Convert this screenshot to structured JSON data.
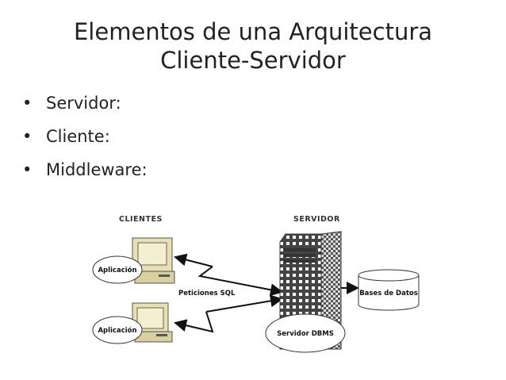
{
  "slide": {
    "title_line1": "Elementos de una Arquitectura",
    "title_line2": "Cliente-Servidor",
    "bullets": [
      "Servidor:",
      "Cliente:",
      "Middleware:"
    ],
    "bullet_symbol": "•"
  },
  "diagram": {
    "clients_label": "CLIENTES",
    "server_label": "SERVIDOR",
    "client_app_1": "Aplicación",
    "client_app_2": "Aplicación",
    "requests_label": "Peticiones SQL",
    "dbms_label": "Servidor DBMS",
    "database_label": "Bases de Datos"
  }
}
